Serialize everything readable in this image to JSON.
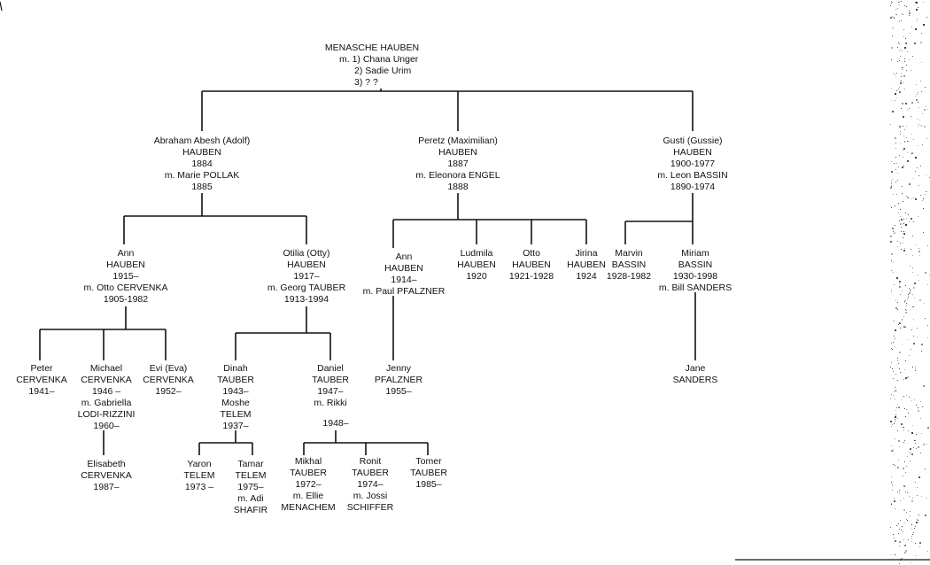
{
  "root": {
    "name": "MENASCHE  HAUBEN",
    "marriages": [
      "m. 1)  Chana Unger",
      "2)  Sadie Urim",
      "3)     ?         ?"
    ]
  },
  "gen1": [
    {
      "lines": [
        "Abraham Abesh (Adolf)",
        "HAUBEN",
        "1884",
        "m.  Marie POLLAK",
        "1885"
      ]
    },
    {
      "lines": [
        "Peretz (Maximilian)",
        "HAUBEN",
        "1887",
        "m. Eleonora ENGEL",
        "1888"
      ]
    },
    {
      "lines": [
        "Gusti (Gussie)",
        "HAUBEN",
        "1900-1977",
        "m.  Leon  BASSIN",
        "1890-1974"
      ]
    }
  ],
  "gen2_abraham": [
    {
      "lines": [
        "Ann",
        "HAUBEN",
        "1915–",
        "m. Otto CERVENKA",
        "1905-1982"
      ]
    },
    {
      "lines": [
        "Otilia (Otty)",
        "HAUBEN",
        "1917–",
        "m. Georg TAUBER",
        "1913-1994"
      ]
    }
  ],
  "gen2_peretz": [
    {
      "lines": [
        "Ann",
        "HAUBEN",
        "1914–",
        "m. Paul PFALZNER"
      ]
    },
    {
      "lines": [
        "Ludmila",
        "HAUBEN",
        "1920"
      ]
    },
    {
      "lines": [
        "Otto",
        "HAUBEN",
        "1921-1928"
      ]
    },
    {
      "lines": [
        "Jirina",
        "HAUBEN",
        "1924"
      ]
    }
  ],
  "gen2_gusti": [
    {
      "lines": [
        "Marvin",
        "BASSIN",
        "1928-1982"
      ]
    },
    {
      "lines": [
        "Miriam",
        "BASSIN",
        "1930-1998",
        "m. Bill SANDERS"
      ]
    }
  ],
  "gen3_ann": [
    {
      "lines": [
        "Peter",
        "CERVENKA",
        "1941–"
      ]
    },
    {
      "lines": [
        "Michael",
        "CERVENKA",
        "1946 –",
        "m. Gabriella",
        "LODI-RIZZINI",
        "1960–"
      ]
    },
    {
      "lines": [
        "Evi (Eva)",
        "CERVENKA",
        "1952–"
      ]
    }
  ],
  "gen3_otilia": [
    {
      "lines": [
        "Dinah",
        "TAUBER",
        "1943–",
        "Moshe",
        "TELEM",
        "1937–"
      ]
    },
    {
      "lines": [
        "Daniel",
        "TAUBER",
        "1947–",
        "m.  Rikki"
      ]
    }
  ],
  "rikki_year": "1948–",
  "gen3_annpf": [
    {
      "lines": [
        "Jenny",
        "PFALZNER",
        "1955–"
      ]
    }
  ],
  "gen3_miriam": [
    {
      "lines": [
        "Jane",
        "SANDERS"
      ]
    }
  ],
  "gen4_michael": [
    {
      "lines": [
        "Elisabeth",
        "CERVENKA",
        "1987–"
      ]
    }
  ],
  "gen4_dinah": [
    {
      "lines": [
        "Yaron",
        "TELEM",
        "1973 –"
      ]
    },
    {
      "lines": [
        "Tamar",
        "TELEM",
        "1975–",
        "m. Adi",
        "SHAFIR"
      ]
    }
  ],
  "gen4_daniel": [
    {
      "lines": [
        "Mikhal",
        "TAUBER",
        "1972–",
        "m. Ellie",
        "MENACHEM"
      ]
    },
    {
      "lines": [
        "Ronit",
        "TAUBER",
        "1974–",
        "m. Jossi",
        "SCHIFFER"
      ]
    },
    {
      "lines": [
        "Tomer",
        "TAUBER",
        "1985–"
      ]
    }
  ]
}
